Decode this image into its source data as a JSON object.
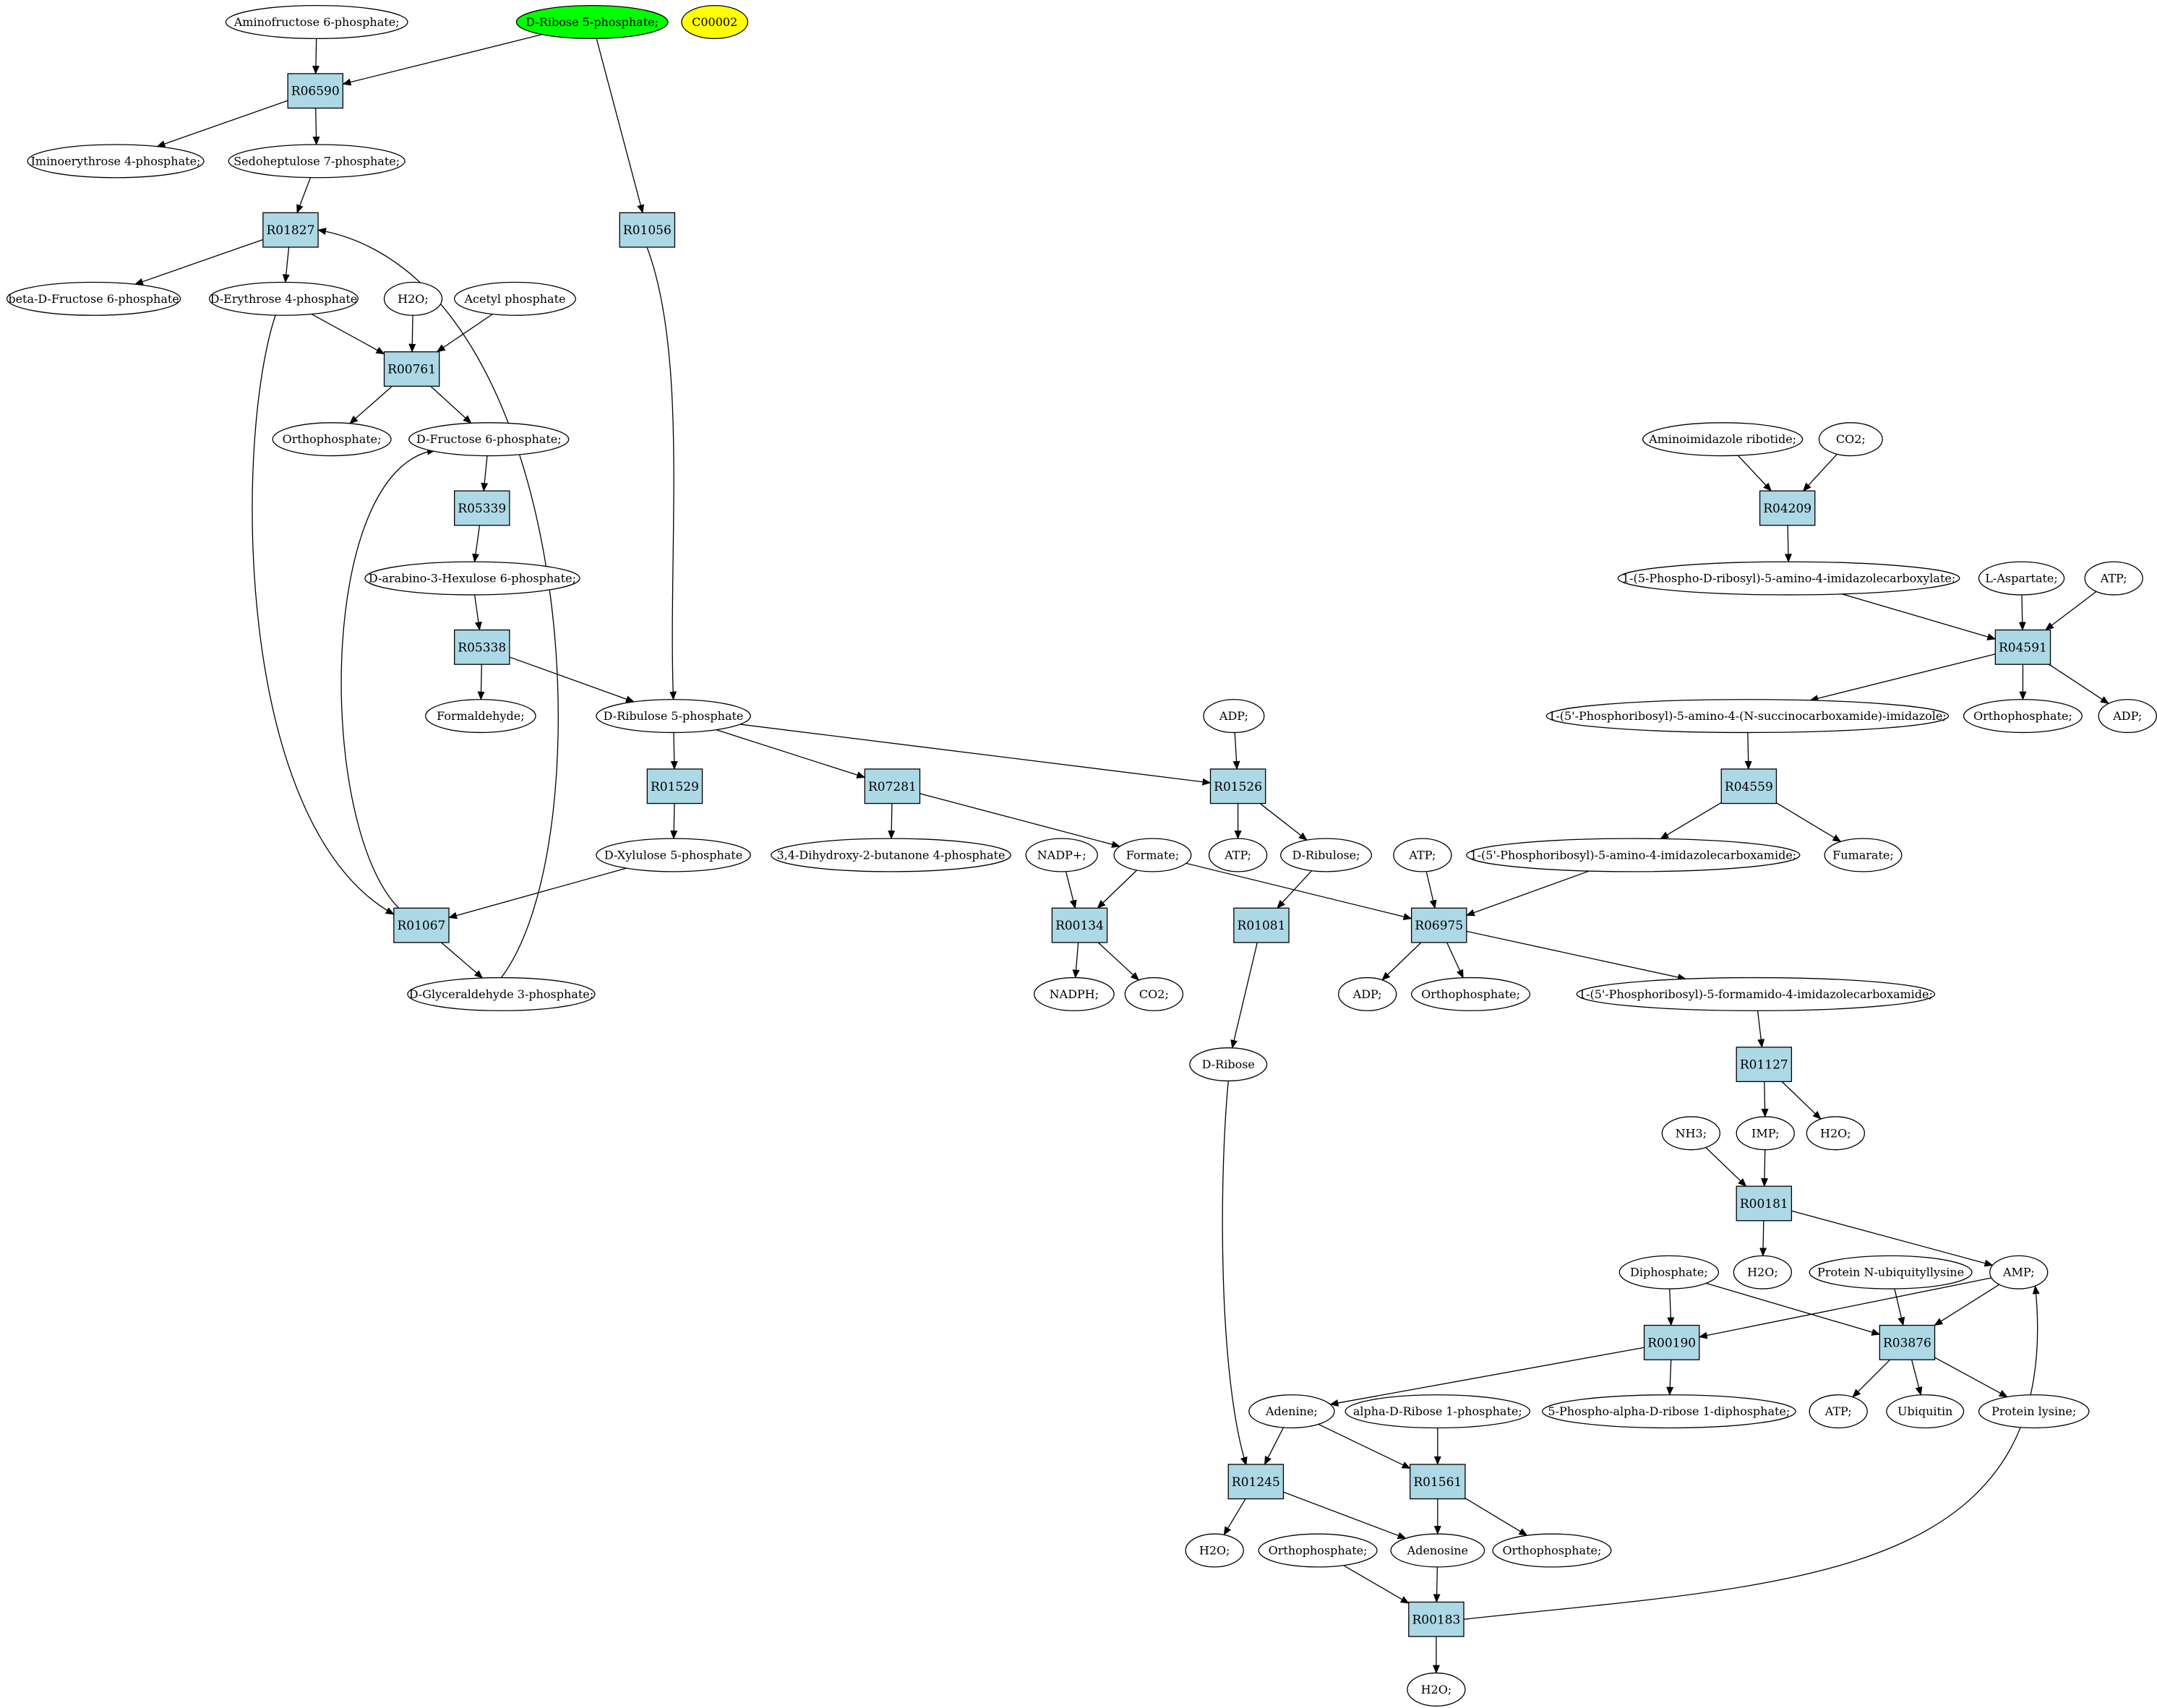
{
  "colors": {
    "reaction_fill": "#add8e6",
    "start_fill": "#00ff00",
    "marker_fill": "#ffff00",
    "compound_fill": "#ffffff",
    "stroke": "#000000"
  },
  "compounds": {
    "c_aminofructose6p": {
      "label": "Aminofructose 6-phosphate;"
    },
    "c_dribose5p": {
      "label": "D-Ribose 5-phosphate;",
      "color": "start_fill"
    },
    "c_c00002": {
      "label": "C00002",
      "color": "marker_fill"
    },
    "c_iminoerythrose4p": {
      "label": "Iminoerythrose 4-phosphate;"
    },
    "c_sedoheptulose7p": {
      "label": "Sedoheptulose 7-phosphate;"
    },
    "c_bdfructose6p": {
      "label": "beta-D-Fructose 6-phosphate"
    },
    "c_derythrose4p": {
      "label": "D-Erythrose 4-phosphate"
    },
    "c_h2o_1": {
      "label": "H2O;"
    },
    "c_acetylp": {
      "label": "Acetyl phosphate"
    },
    "c_orthop_1": {
      "label": "Orthophosphate;"
    },
    "c_dfructose6p": {
      "label": "D-Fructose 6-phosphate;"
    },
    "c_darabino3hex": {
      "label": "D-arabino-3-Hexulose 6-phosphate;"
    },
    "c_formaldehyde": {
      "label": "Formaldehyde;"
    },
    "c_dribulose5p": {
      "label": "D-Ribulose 5-phosphate"
    },
    "c_dxylulose5p": {
      "label": "D-Xylulose 5-phosphate"
    },
    "c_dhbp": {
      "label": "3,4-Dihydroxy-2-butanone 4-phosphate"
    },
    "c_dga3p": {
      "label": "D-Glyceraldehyde 3-phosphate;"
    },
    "c_adp_1": {
      "label": "ADP;"
    },
    "c_nadp": {
      "label": "NADP+;"
    },
    "c_formate": {
      "label": "Formate;"
    },
    "c_atp_1": {
      "label": "ATP;"
    },
    "c_dribulose": {
      "label": "D-Ribulose;"
    },
    "c_atp_2": {
      "label": "ATP;"
    },
    "c_nadph": {
      "label": "NADPH;"
    },
    "c_co2_1": {
      "label": "CO2;"
    },
    "c_adp_2": {
      "label": "ADP;"
    },
    "c_orthop_2": {
      "label": "Orthophosphate;"
    },
    "c_dribose": {
      "label": "D-Ribose"
    },
    "c_aminoimid": {
      "label": "Aminoimidazole ribotide;"
    },
    "c_co2_2": {
      "label": "CO2;"
    },
    "c_aicar_carboxylate": {
      "label": "1-(5-Phospho-D-ribosyl)-5-amino-4-imidazolecarboxylate;"
    },
    "c_laspartate": {
      "label": "L-Aspartate;"
    },
    "c_atp_3": {
      "label": "ATP;"
    },
    "c_saicar": {
      "label": "1-(5'-Phosphoribosyl)-5-amino-4-(N-succinocarboxamide)-imidazole;"
    },
    "c_orthop_3": {
      "label": "Orthophosphate;"
    },
    "c_adp_3": {
      "label": "ADP;"
    },
    "c_aicar": {
      "label": "1-(5'-Phosphoribosyl)-5-amino-4-imidazolecarboxamide;"
    },
    "c_fumarate": {
      "label": "Fumarate;"
    },
    "c_faicar": {
      "label": "1-(5'-Phosphoribosyl)-5-formamido-4-imidazolecarboxamide;"
    },
    "c_nh3": {
      "label": "NH3;"
    },
    "c_imp": {
      "label": "IMP;"
    },
    "c_h2o_2": {
      "label": "H2O;"
    },
    "c_h2o_3": {
      "label": "H2O;"
    },
    "c_diphosphate": {
      "label": "Diphosphate;"
    },
    "c_protein_nubl": {
      "label": "Protein N-ubiquityllysine"
    },
    "c_amp": {
      "label": "AMP;"
    },
    "c_adenine": {
      "label": "Adenine;"
    },
    "c_prpp": {
      "label": "5-Phospho-alpha-D-ribose 1-diphosphate;"
    },
    "c_atp_4": {
      "label": "ATP;"
    },
    "c_ubiquitin": {
      "label": "Ubiquitin"
    },
    "c_protein_lysine": {
      "label": "Protein lysine;"
    },
    "c_adr1p": {
      "label": "alpha-D-Ribose 1-phosphate;"
    },
    "c_h2o_4": {
      "label": "H2O;"
    },
    "c_orthop_4": {
      "label": "Orthophosphate;"
    },
    "c_adenosine": {
      "label": "Adenosine"
    },
    "c_orthop_5": {
      "label": "Orthophosphate;"
    },
    "c_h2o_5": {
      "label": "H2O;"
    }
  },
  "reactions": {
    "r_R06590": {
      "label": "R06590"
    },
    "r_R01827": {
      "label": "R01827"
    },
    "r_R01056": {
      "label": "R01056"
    },
    "r_R00761": {
      "label": "R00761"
    },
    "r_R05339": {
      "label": "R05339"
    },
    "r_R05338": {
      "label": "R05338"
    },
    "r_R01529": {
      "label": "R01529"
    },
    "r_R07281": {
      "label": "R07281"
    },
    "r_R01526": {
      "label": "R01526"
    },
    "r_R01067": {
      "label": "R01067"
    },
    "r_R00134": {
      "label": "R00134"
    },
    "r_R01081": {
      "label": "R01081"
    },
    "r_R06975": {
      "label": "R06975"
    },
    "r_R04209": {
      "label": "R04209"
    },
    "r_R04591": {
      "label": "R04591"
    },
    "r_R04559": {
      "label": "R04559"
    },
    "r_R01127": {
      "label": "R01127"
    },
    "r_R00181": {
      "label": "R00181"
    },
    "r_R00190": {
      "label": "R00190"
    },
    "r_R03876": {
      "label": "R03876"
    },
    "r_R01245": {
      "label": "R01245"
    },
    "r_R01561": {
      "label": "R01561"
    },
    "r_R00183": {
      "label": "R00183"
    }
  },
  "edges": [
    [
      "c_aminofructose6p",
      "r_R06590"
    ],
    [
      "c_dribose5p",
      "r_R06590"
    ],
    [
      "r_R06590",
      "c_iminoerythrose4p"
    ],
    [
      "r_R06590",
      "c_sedoheptulose7p"
    ],
    [
      "c_dribose5p",
      "r_R01056"
    ],
    [
      "c_sedoheptulose7p",
      "r_R01827"
    ],
    [
      "r_R01827",
      "c_bdfructose6p"
    ],
    [
      "r_R01827",
      "c_derythrose4p"
    ],
    [
      "c_dga3p",
      "r_R01827"
    ],
    [
      "c_derythrose4p",
      "r_R00761"
    ],
    [
      "c_h2o_1",
      "r_R00761"
    ],
    [
      "c_acetylp",
      "r_R00761"
    ],
    [
      "r_R00761",
      "c_orthop_1"
    ],
    [
      "r_R00761",
      "c_dfructose6p"
    ],
    [
      "c_dfructose6p",
      "r_R05339"
    ],
    [
      "r_R05339",
      "c_darabino3hex"
    ],
    [
      "c_darabino3hex",
      "r_R05338"
    ],
    [
      "r_R05338",
      "c_formaldehyde"
    ],
    [
      "r_R05338",
      "c_dribulose5p"
    ],
    [
      "r_R01056",
      "c_dribulose5p"
    ],
    [
      "c_dribulose5p",
      "r_R01529"
    ],
    [
      "c_dribulose5p",
      "r_R07281"
    ],
    [
      "c_dribulose5p",
      "r_R01526"
    ],
    [
      "r_R01529",
      "c_dxylulose5p"
    ],
    [
      "r_R07281",
      "c_dhbp"
    ],
    [
      "r_R07281",
      "c_formate"
    ],
    [
      "c_adp_1",
      "r_R01526"
    ],
    [
      "r_R01526",
      "c_atp_1"
    ],
    [
      "r_R01526",
      "c_dribulose"
    ],
    [
      "c_derythrose4p",
      "r_R01067"
    ],
    [
      "c_dxylulose5p",
      "r_R01067"
    ],
    [
      "r_R01067",
      "c_dfructose6p"
    ],
    [
      "r_R01067",
      "c_dga3p"
    ],
    [
      "c_nadp",
      "r_R00134"
    ],
    [
      "c_formate",
      "r_R00134"
    ],
    [
      "r_R00134",
      "c_nadph"
    ],
    [
      "r_R00134",
      "c_co2_1"
    ],
    [
      "c_dribulose",
      "r_R01081"
    ],
    [
      "r_R01081",
      "c_dribose"
    ],
    [
      "c_atp_2",
      "r_R06975"
    ],
    [
      "c_formate",
      "r_R06975"
    ],
    [
      "c_aicar",
      "r_R06975"
    ],
    [
      "r_R06975",
      "c_adp_2"
    ],
    [
      "r_R06975",
      "c_orthop_2"
    ],
    [
      "r_R06975",
      "c_faicar"
    ],
    [
      "c_aminoimid",
      "r_R04209"
    ],
    [
      "c_co2_2",
      "r_R04209"
    ],
    [
      "r_R04209",
      "c_aicar_carboxylate"
    ],
    [
      "c_aicar_carboxylate",
      "r_R04591"
    ],
    [
      "c_laspartate",
      "r_R04591"
    ],
    [
      "c_atp_3",
      "r_R04591"
    ],
    [
      "r_R04591",
      "c_saicar"
    ],
    [
      "r_R04591",
      "c_orthop_3"
    ],
    [
      "r_R04591",
      "c_adp_3"
    ],
    [
      "c_saicar",
      "r_R04559"
    ],
    [
      "r_R04559",
      "c_aicar"
    ],
    [
      "r_R04559",
      "c_fumarate"
    ],
    [
      "c_faicar",
      "r_R01127"
    ],
    [
      "r_R01127",
      "c_imp"
    ],
    [
      "r_R01127",
      "c_h2o_2"
    ],
    [
      "c_nh3",
      "r_R00181"
    ],
    [
      "c_imp",
      "r_R00181"
    ],
    [
      "r_R00181",
      "c_h2o_3"
    ],
    [
      "r_R00181",
      "c_amp"
    ],
    [
      "c_diphosphate",
      "r_R00190"
    ],
    [
      "c_amp",
      "r_R00190"
    ],
    [
      "r_R00190",
      "c_adenine"
    ],
    [
      "r_R00190",
      "c_prpp"
    ],
    [
      "c_diphosphate",
      "r_R03876"
    ],
    [
      "c_protein_nubl",
      "r_R03876"
    ],
    [
      "c_amp",
      "r_R03876"
    ],
    [
      "r_R03876",
      "c_atp_4"
    ],
    [
      "r_R03876",
      "c_ubiquitin"
    ],
    [
      "r_R03876",
      "c_protein_lysine"
    ],
    [
      "c_adenine",
      "r_R01245"
    ],
    [
      "c_dribose",
      "r_R01245"
    ],
    [
      "r_R01245",
      "c_h2o_4"
    ],
    [
      "r_R01245",
      "c_adenosine"
    ],
    [
      "c_adenine",
      "r_R01561"
    ],
    [
      "c_adr1p",
      "r_R01561"
    ],
    [
      "r_R01561",
      "c_adenosine"
    ],
    [
      "r_R01561",
      "c_orthop_4"
    ],
    [
      "c_orthop_5",
      "r_R00183"
    ],
    [
      "c_adenosine",
      "r_R00183"
    ],
    [
      "r_R00183",
      "c_h2o_5"
    ],
    [
      "r_R00183",
      "c_amp"
    ]
  ]
}
